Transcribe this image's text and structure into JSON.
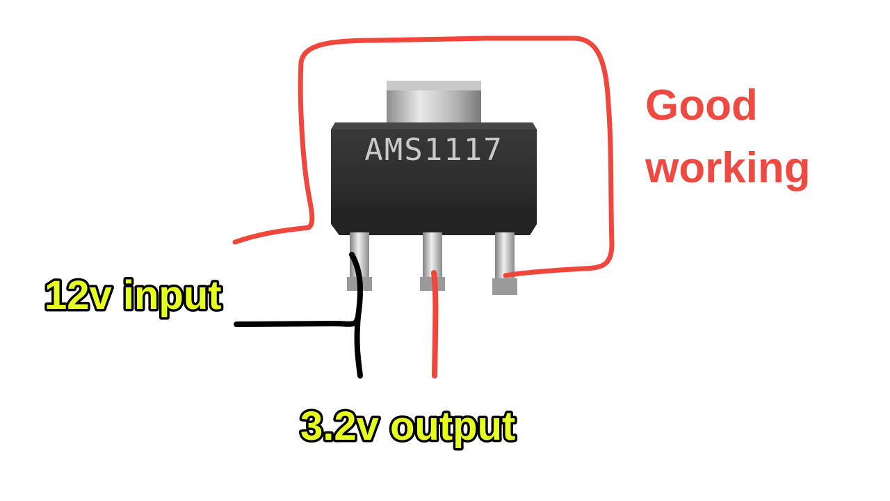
{
  "chip": {
    "part_number": "AMS1117"
  },
  "annotations": {
    "status_line_1": "Good",
    "status_line_2": "working",
    "input_label": "12v input",
    "output_label": "3.2v output"
  },
  "colors": {
    "red_wire": "#f0463c",
    "black_wire": "#000000",
    "label_fill": "#e6ff1f",
    "label_outline": "#000000",
    "status_text": "#ee4a42",
    "chip_body": "#2f2f2f"
  }
}
